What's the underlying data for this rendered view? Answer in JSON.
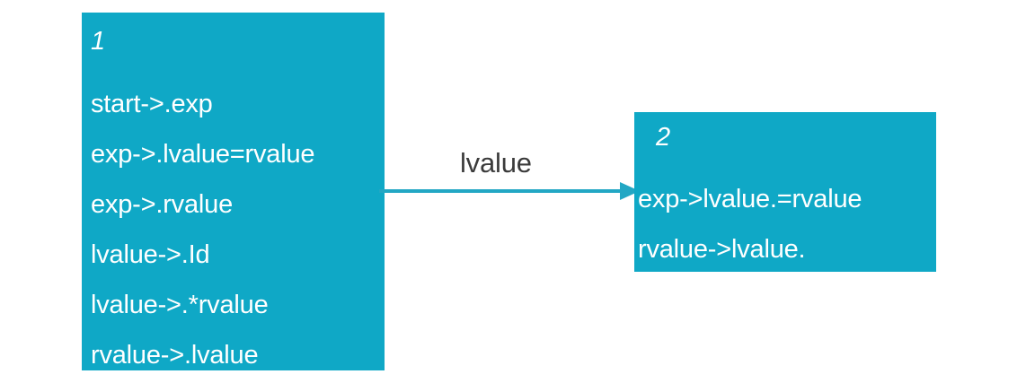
{
  "diagram": {
    "background_color": "#ffffff",
    "accent_color": "#0fa8c6",
    "text_on_accent_color": "#ffffff",
    "label_color": "#3b3b3b",
    "states": [
      {
        "id": "1",
        "items": [
          "start->.exp",
          "exp->.lvalue=rvalue",
          "exp->.rvalue",
          "lvalue->.Id",
          "lvalue->.*rvalue",
          "rvalue->.lvalue"
        ]
      },
      {
        "id": "2",
        "items": [
          "exp->lvalue.=rvalue",
          "rvalue->lvalue."
        ]
      }
    ],
    "transitions": [
      {
        "label": "lvalue",
        "from": "1",
        "to": "2"
      }
    ]
  }
}
